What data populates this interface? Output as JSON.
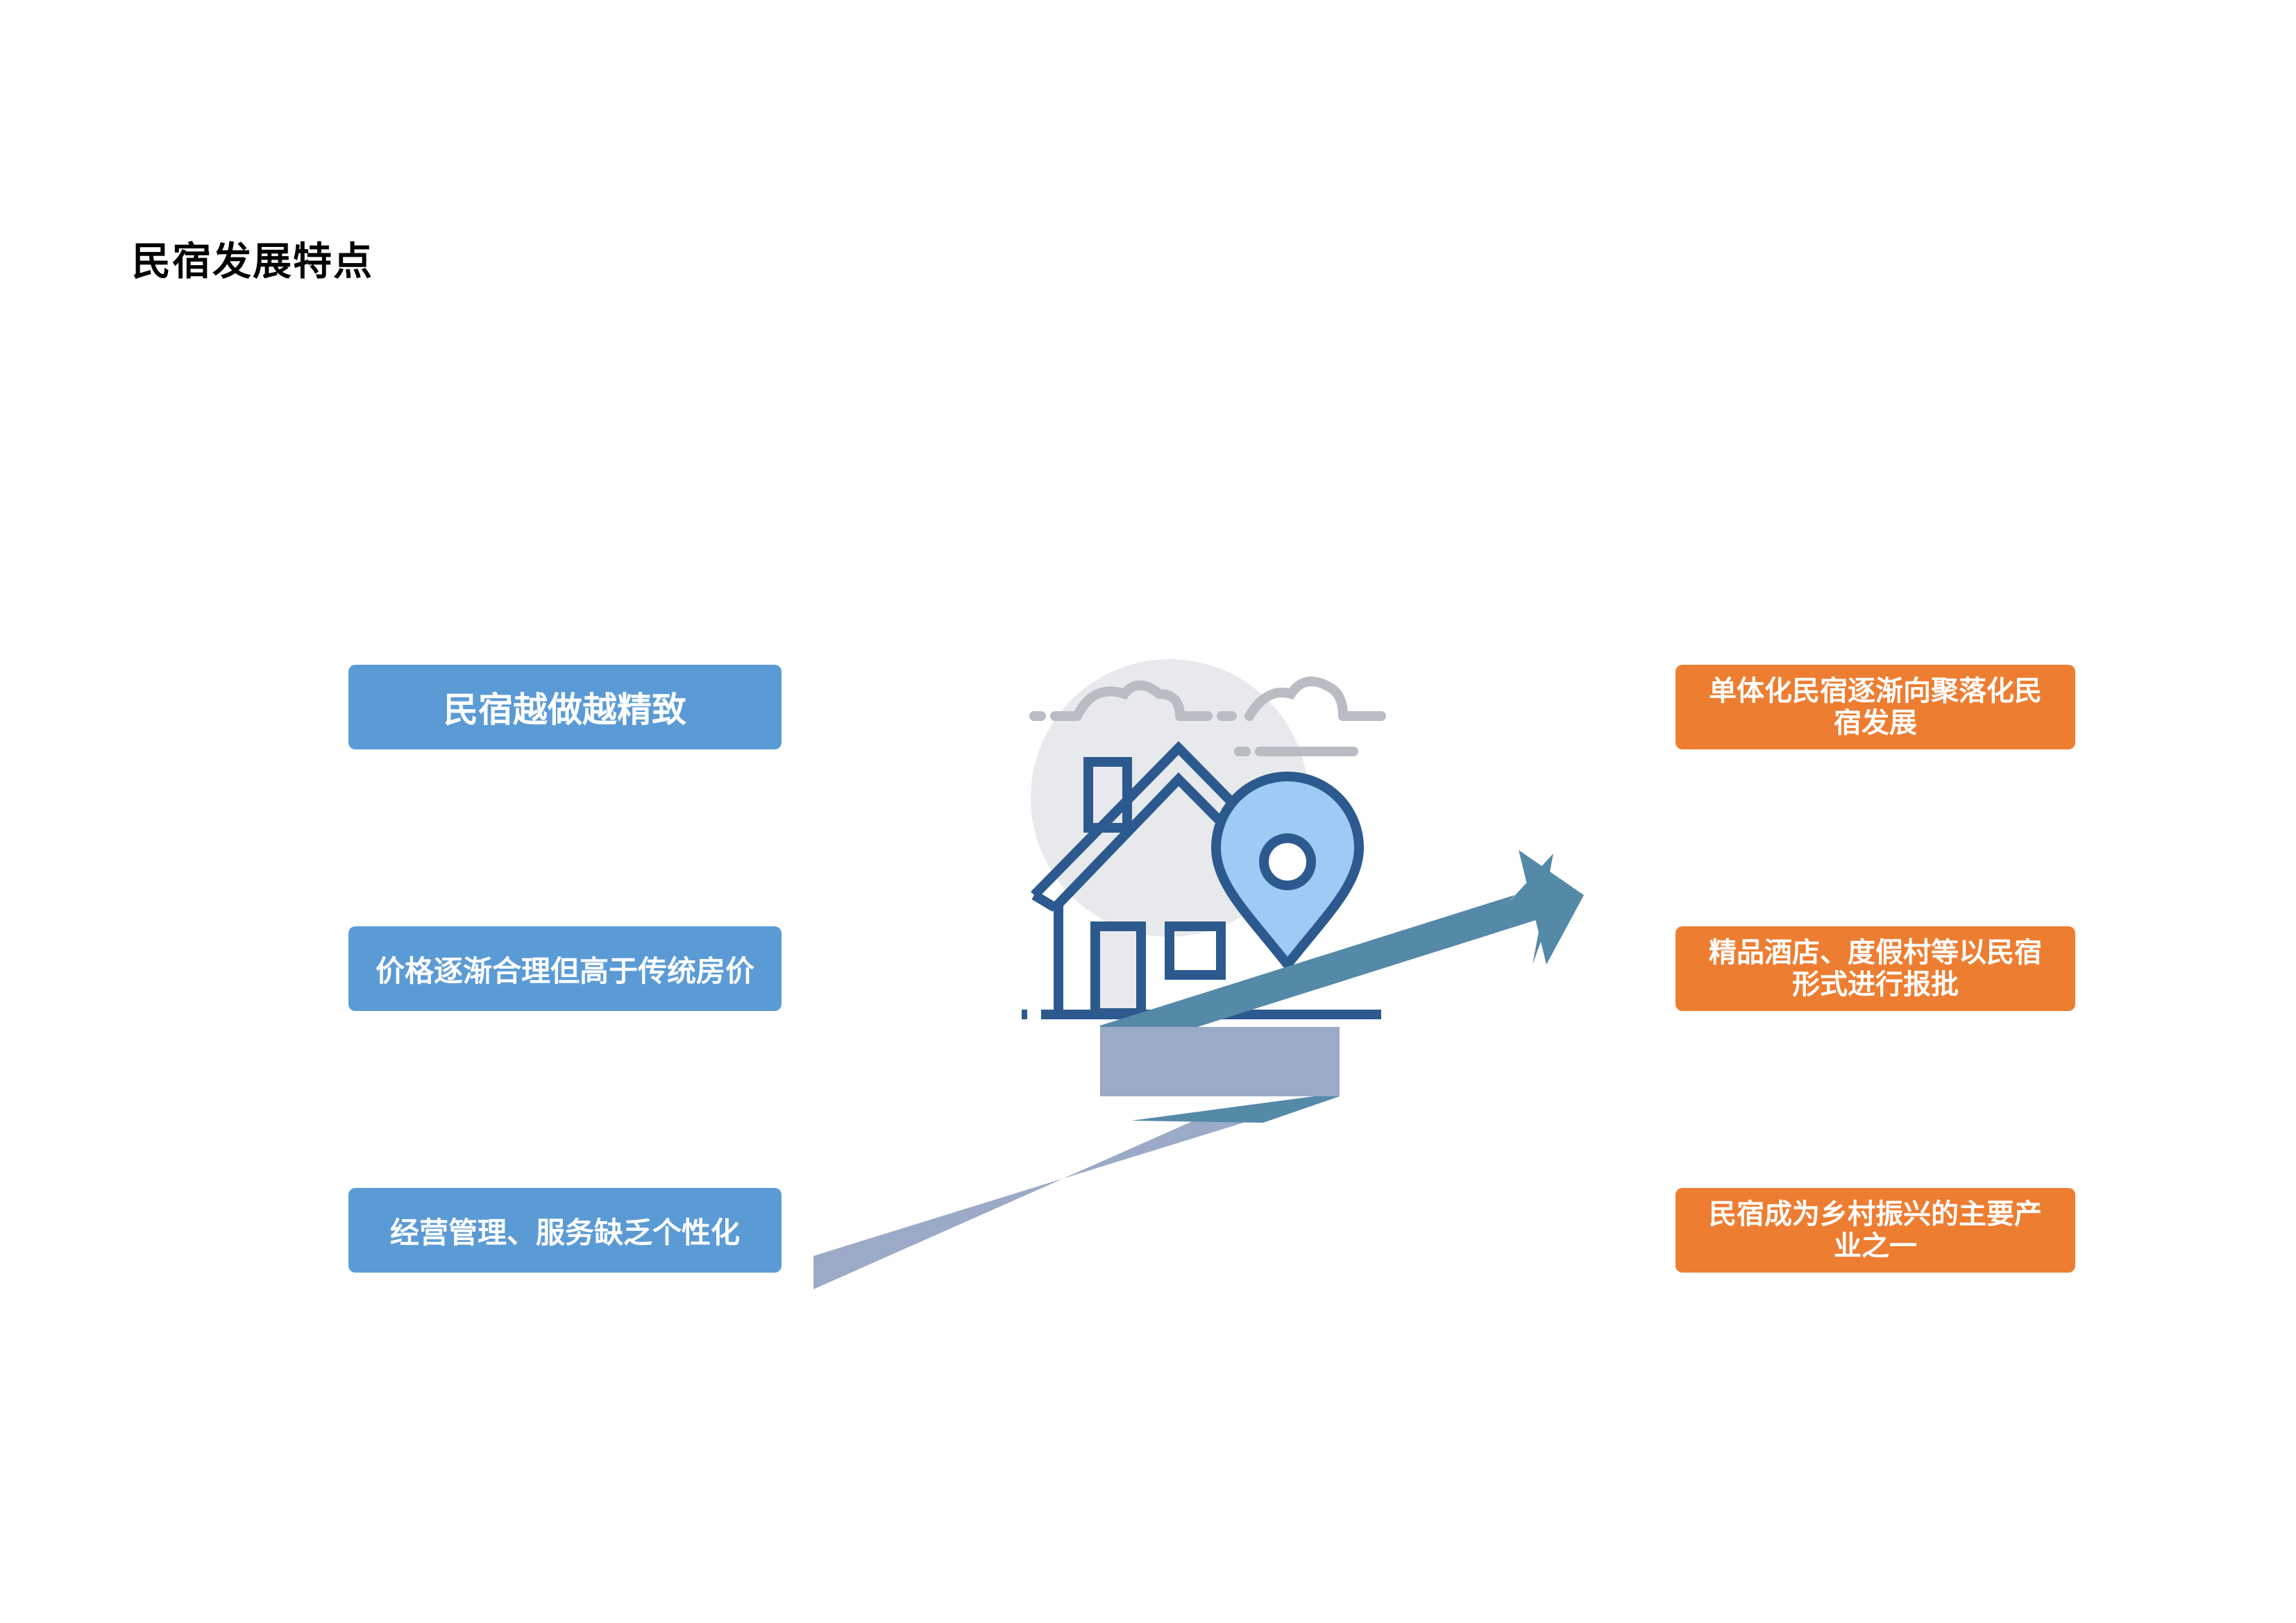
{
  "title": "民宿发展特点",
  "left_items": [
    "民宿越做越精致",
    "价格逐渐合理但高于传统房价",
    "经营管理、服务缺乏个性化"
  ],
  "right_items": [
    "单体化民宿逐渐向聚落化民宿发展",
    "精品酒店、度假村等以民宿形式进行报批",
    "民宿成为乡村振兴的主要产业之一"
  ],
  "colors": {
    "left_box": "#5b9bd5",
    "right_box": "#ed7d31",
    "arrow_dark": "#5589a8",
    "arrow_light": "#9aaac7",
    "house_stroke": "#2d5a8e",
    "pin_fill": "#9ecbf5"
  },
  "icons": [
    "house-icon",
    "location-pin-icon",
    "cloud-icon",
    "growth-arrow-icon"
  ]
}
